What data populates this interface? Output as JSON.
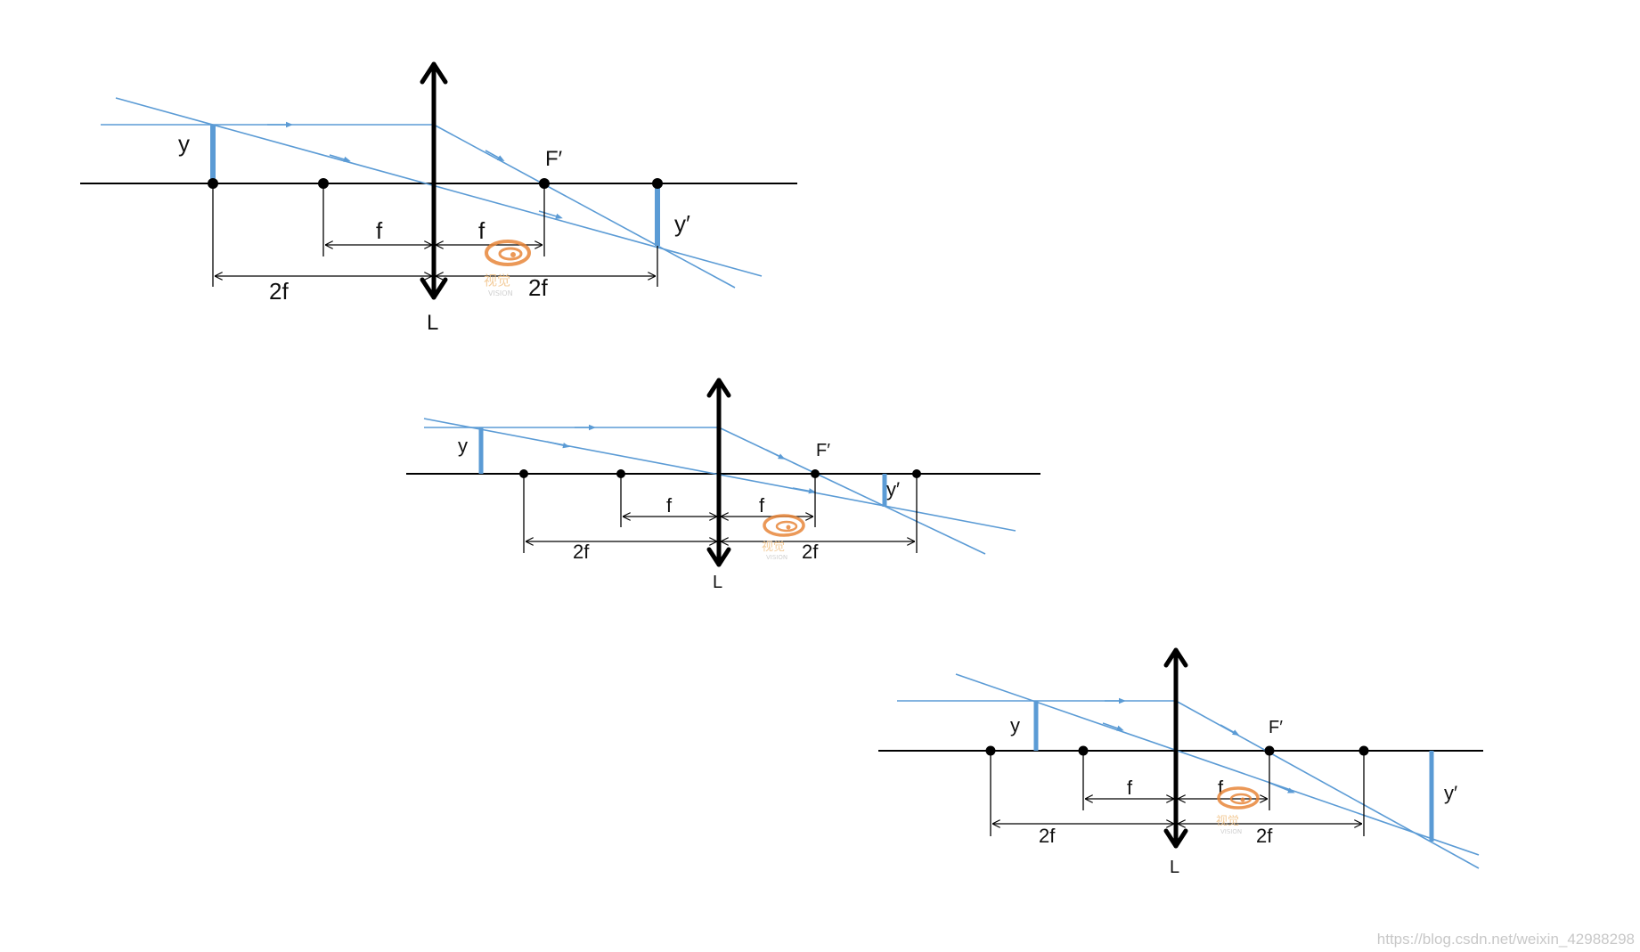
{
  "colors": {
    "ray": "#5b9bd5",
    "object": "#5b9bd5",
    "axis": "#000000",
    "lens": "#000000",
    "watermark_orange": "#e8873a",
    "watermark_text": "#f2c48a",
    "credit_text": "#c8c8c8"
  },
  "labels": {
    "object": "y",
    "image": "y′",
    "focus_image": "F′",
    "focal": "f",
    "double_focal": "2f",
    "lens": "L"
  },
  "watermark": {
    "chinese": "视觉",
    "latin": "VISION"
  },
  "credit": "https://blog.csdn.net/weixin_42988298",
  "diagrams": [
    {
      "id": "object-beyond-2f",
      "icon": "orange-swirl-logo-icon"
    },
    {
      "id": "object-at-far-distance",
      "icon": "orange-swirl-logo-icon"
    },
    {
      "id": "object-between-f-and-2f",
      "icon": "orange-swirl-logo-icon"
    }
  ]
}
